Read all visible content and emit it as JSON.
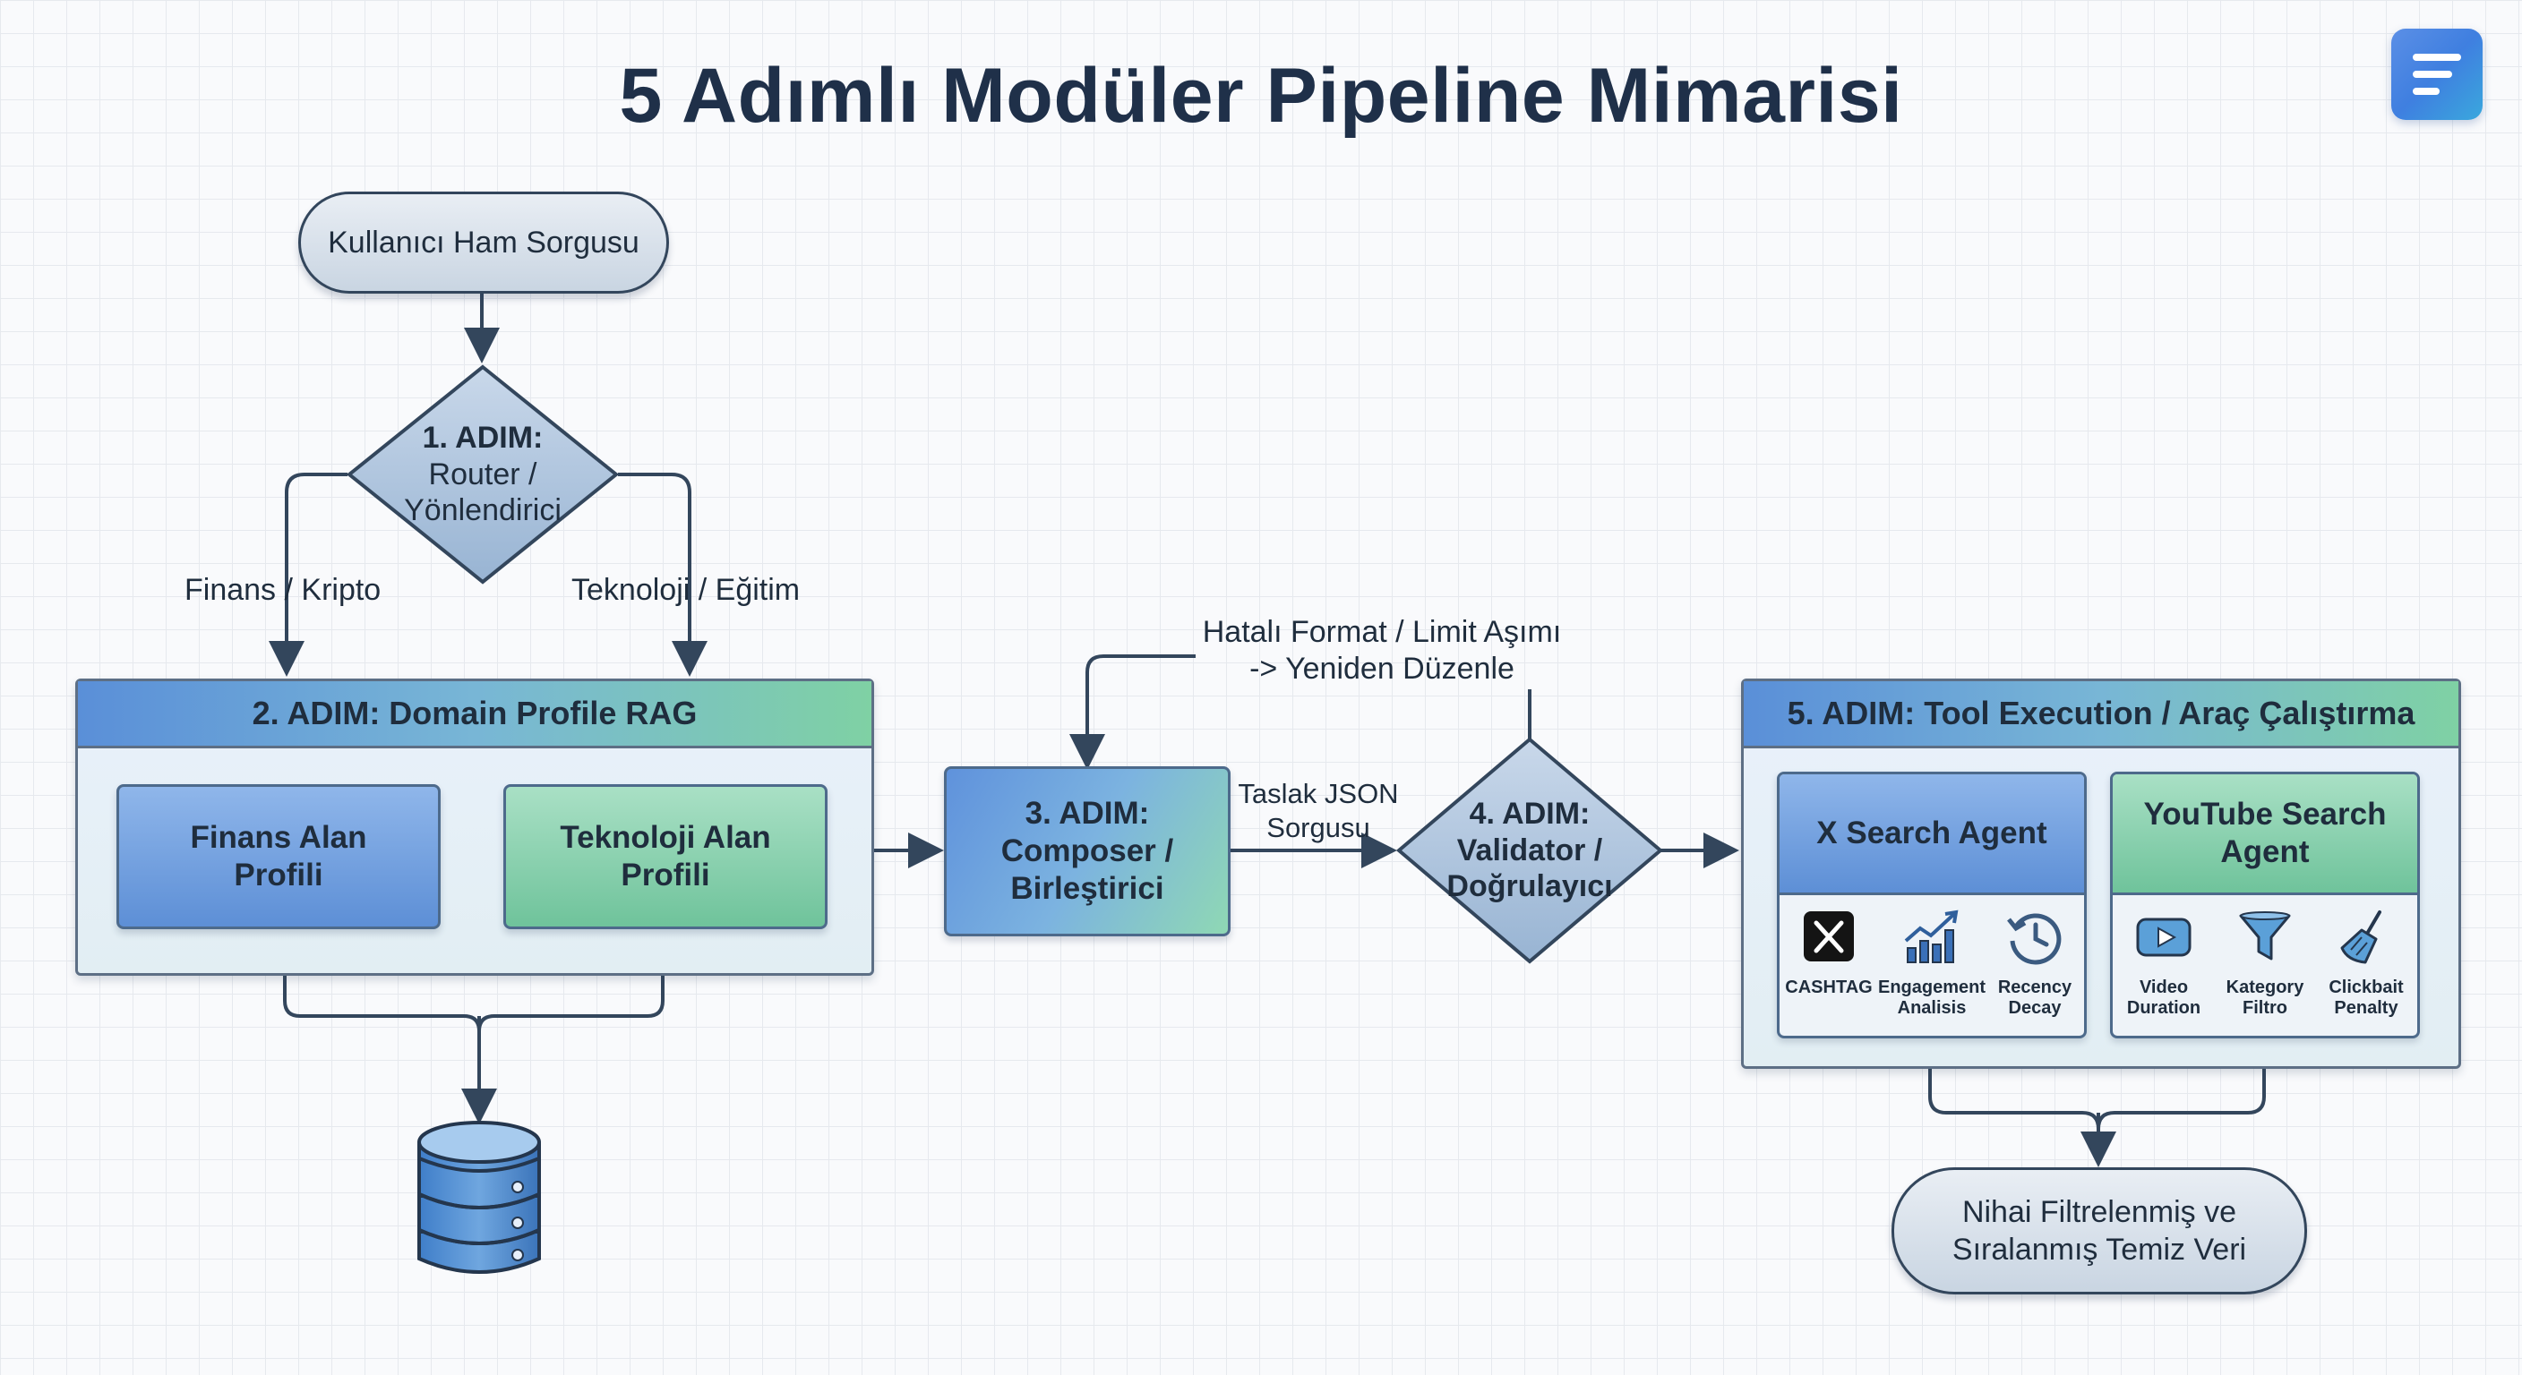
{
  "title": "5 Adımlı Modüler Pipeline Mimarisi",
  "start_node": "Kullanıcı Ham Sorgusu",
  "step1": {
    "title": "1. ADIM:",
    "line1": "Router /",
    "line2": "Yönlendirici"
  },
  "branches": {
    "left": "Finans / Kripto",
    "right": "Teknoloji / Eğitim"
  },
  "step2": {
    "header": "2. ADIM: Domain Profile RAG",
    "finance": {
      "line1": "Finans Alan",
      "line2": "Profili"
    },
    "tech": {
      "line1": "Teknoloji Alan",
      "line2": "Profili"
    }
  },
  "step3": {
    "line1": "3. ADIM:",
    "line2": "Composer /",
    "line3": "Birleştirici"
  },
  "draft_label": {
    "line1": "Taslak JSON",
    "line2": "Sorgusu"
  },
  "feedback_label": {
    "line1": "Hatalı Format / Limit Aşımı",
    "line2": "-> Yeniden Düzenle"
  },
  "step4": {
    "title": "4. ADIM:",
    "line1": "Validator /",
    "line2": "Doğrulayıcı"
  },
  "step5": {
    "header": "5. ADIM: Tool Execution / Araç Çalıştırma",
    "x_agent": {
      "title": "X Search Agent",
      "tools": [
        {
          "line1": "CASHTAG",
          "line2": "",
          "icon": "x-logo-icon"
        },
        {
          "line1": "Engagement",
          "line2": "Analisis",
          "icon": "growth-chart-icon"
        },
        {
          "line1": "Recency",
          "line2": "Decay",
          "icon": "clock-history-icon"
        }
      ]
    },
    "yt_agent": {
      "title_line1": "YouTube Search",
      "title_line2": "Agent",
      "tools": [
        {
          "line1": "Video",
          "line2": "Duration",
          "icon": "video-play-icon"
        },
        {
          "line1": "Kategory",
          "line2": "Filtro",
          "icon": "funnel-filter-icon"
        },
        {
          "line1": "Clickbait",
          "line2": "Penalty",
          "icon": "broom-icon"
        }
      ]
    }
  },
  "end_node": {
    "line1": "Nihai Filtrelenmiş ve",
    "line2": "Sıralanmış Temiz Veri"
  },
  "colors": {
    "line": "#33465c",
    "blue": "#5d8fd6",
    "green": "#6fc39b",
    "title": "#1f3049"
  }
}
